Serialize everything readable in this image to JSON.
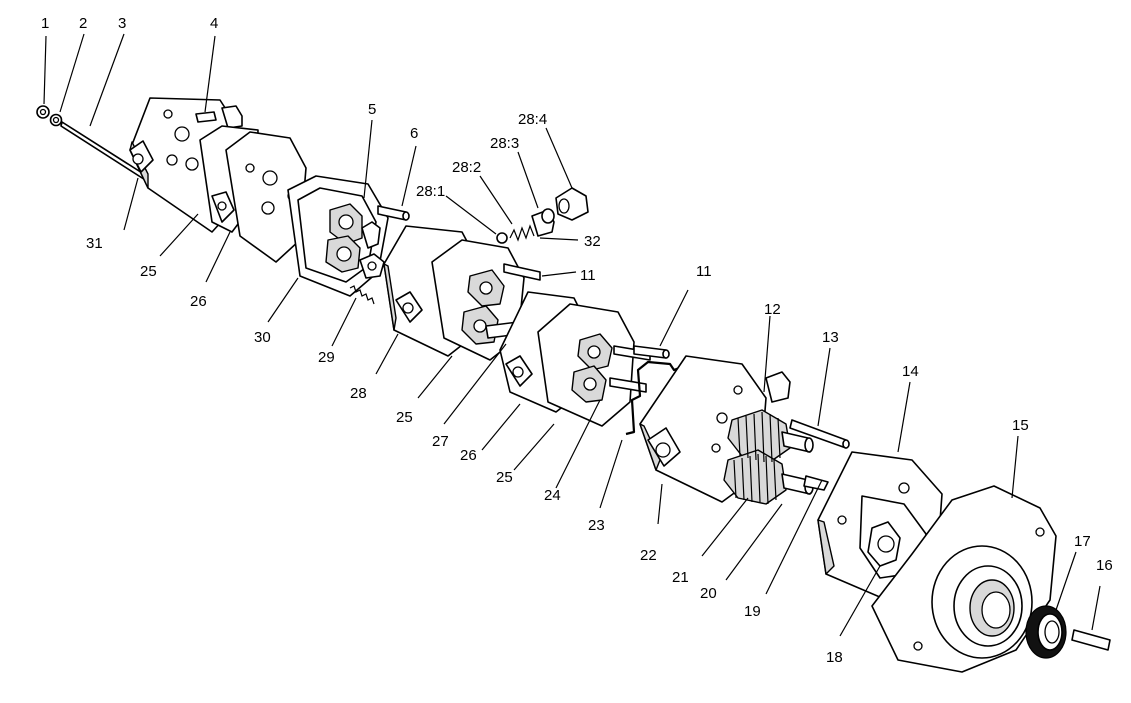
{
  "diagram": {
    "type": "exploded-parts-view",
    "background": "#ffffff",
    "line_color": "#000000",
    "callouts": {
      "c1": "1",
      "c2": "2",
      "c3": "3",
      "c4": "4",
      "c5": "5",
      "c6": "6",
      "c11a": "11",
      "c11b": "11",
      "c12": "12",
      "c13": "13",
      "c14": "14",
      "c15": "15",
      "c16": "16",
      "c17": "17",
      "c18": "18",
      "c19": "19",
      "c20": "20",
      "c21": "21",
      "c22": "22",
      "c23": "23",
      "c24": "24",
      "c25a": "25",
      "c25b": "25",
      "c25c": "25",
      "c26a": "26",
      "c26b": "26",
      "c27": "27",
      "c28": "28",
      "c28_1": "28:1",
      "c28_2": "28:2",
      "c28_3": "28:3",
      "c28_4": "28:4",
      "c29": "29",
      "c30": "30",
      "c31": "31",
      "c32": "32"
    }
  }
}
